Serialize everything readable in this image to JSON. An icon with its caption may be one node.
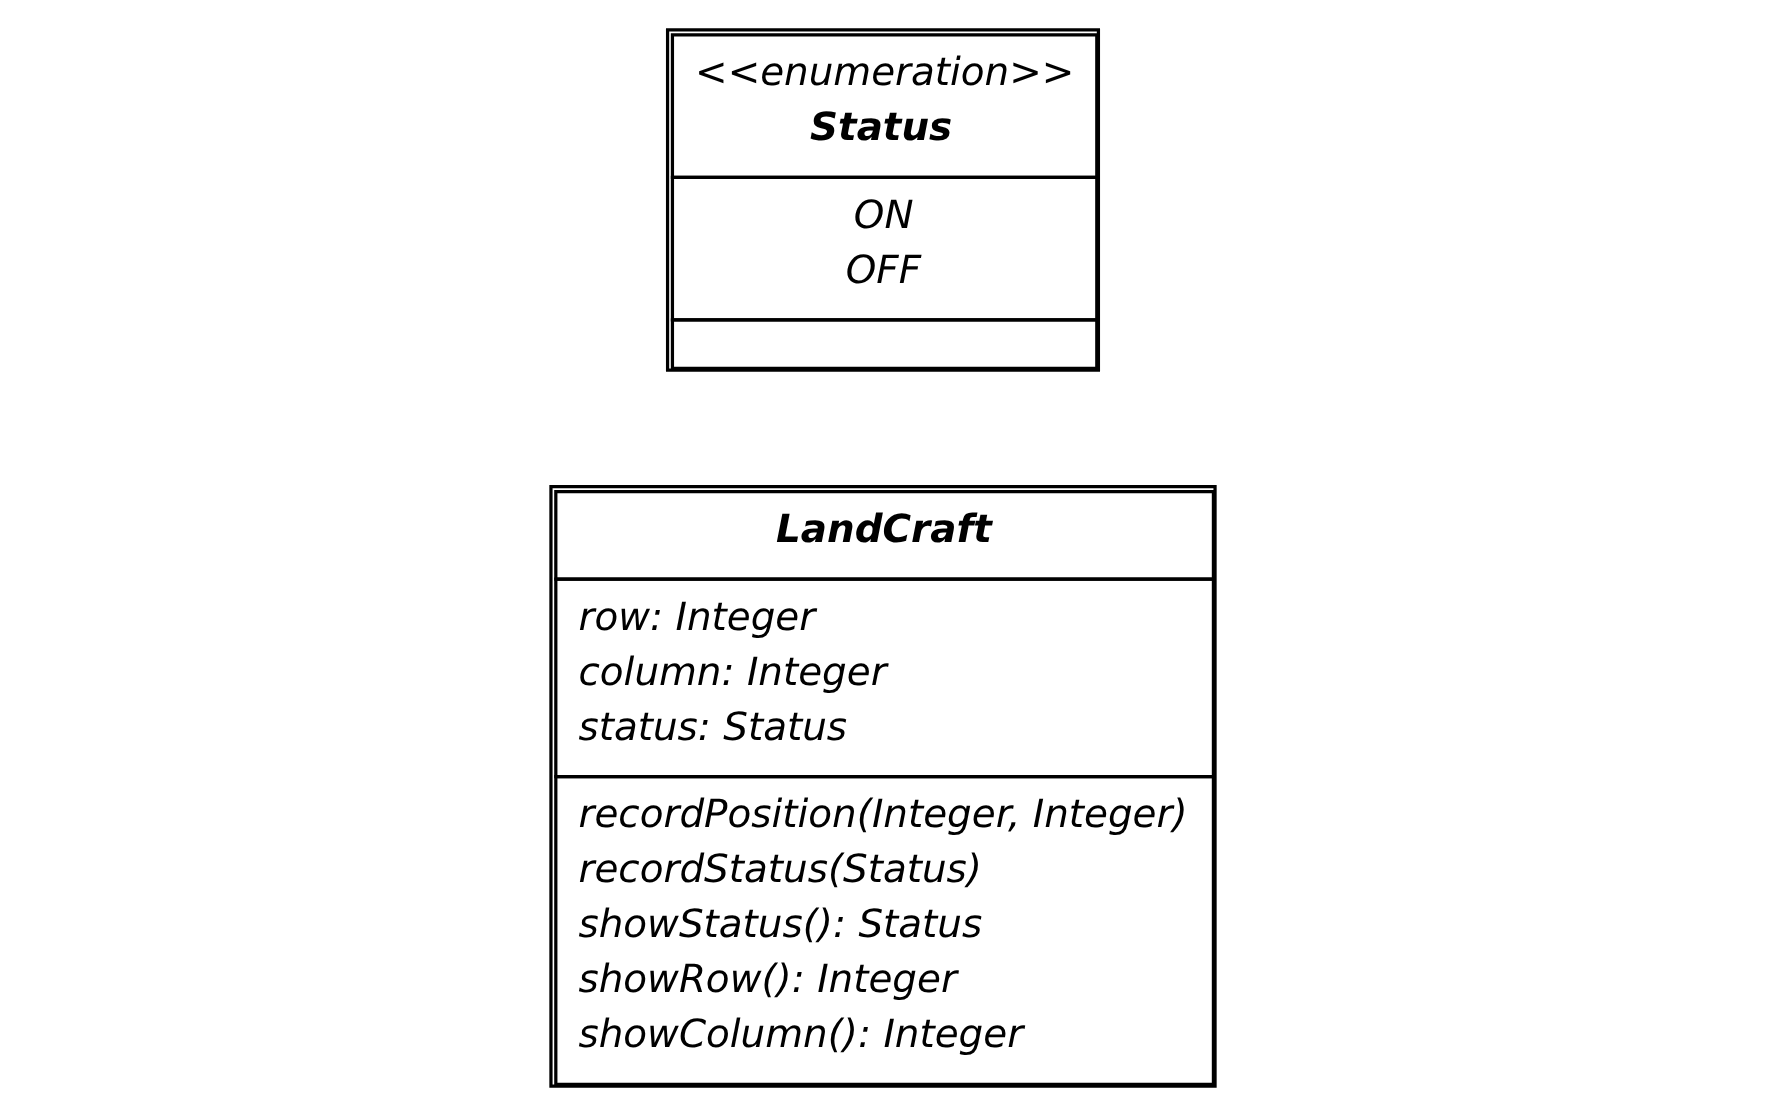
{
  "diagram": {
    "nodes": [
      {
        "text": [
          "LandCraft",
          "row: Integer",
          "column: Integer",
          "status: Status",
          "recordPosition(Integer, Integer)",
          "recordStatus(Status)",
          "showStatus(): Status",
          "showRow(): Integer",
          "showColumn(): Integer"
        ]
      },
      {
        "text": [
          "<<enumeration>>",
          "Status",
          "ON",
          "OFF"
        ]
      }
    ],
    "edges": []
  }
}
